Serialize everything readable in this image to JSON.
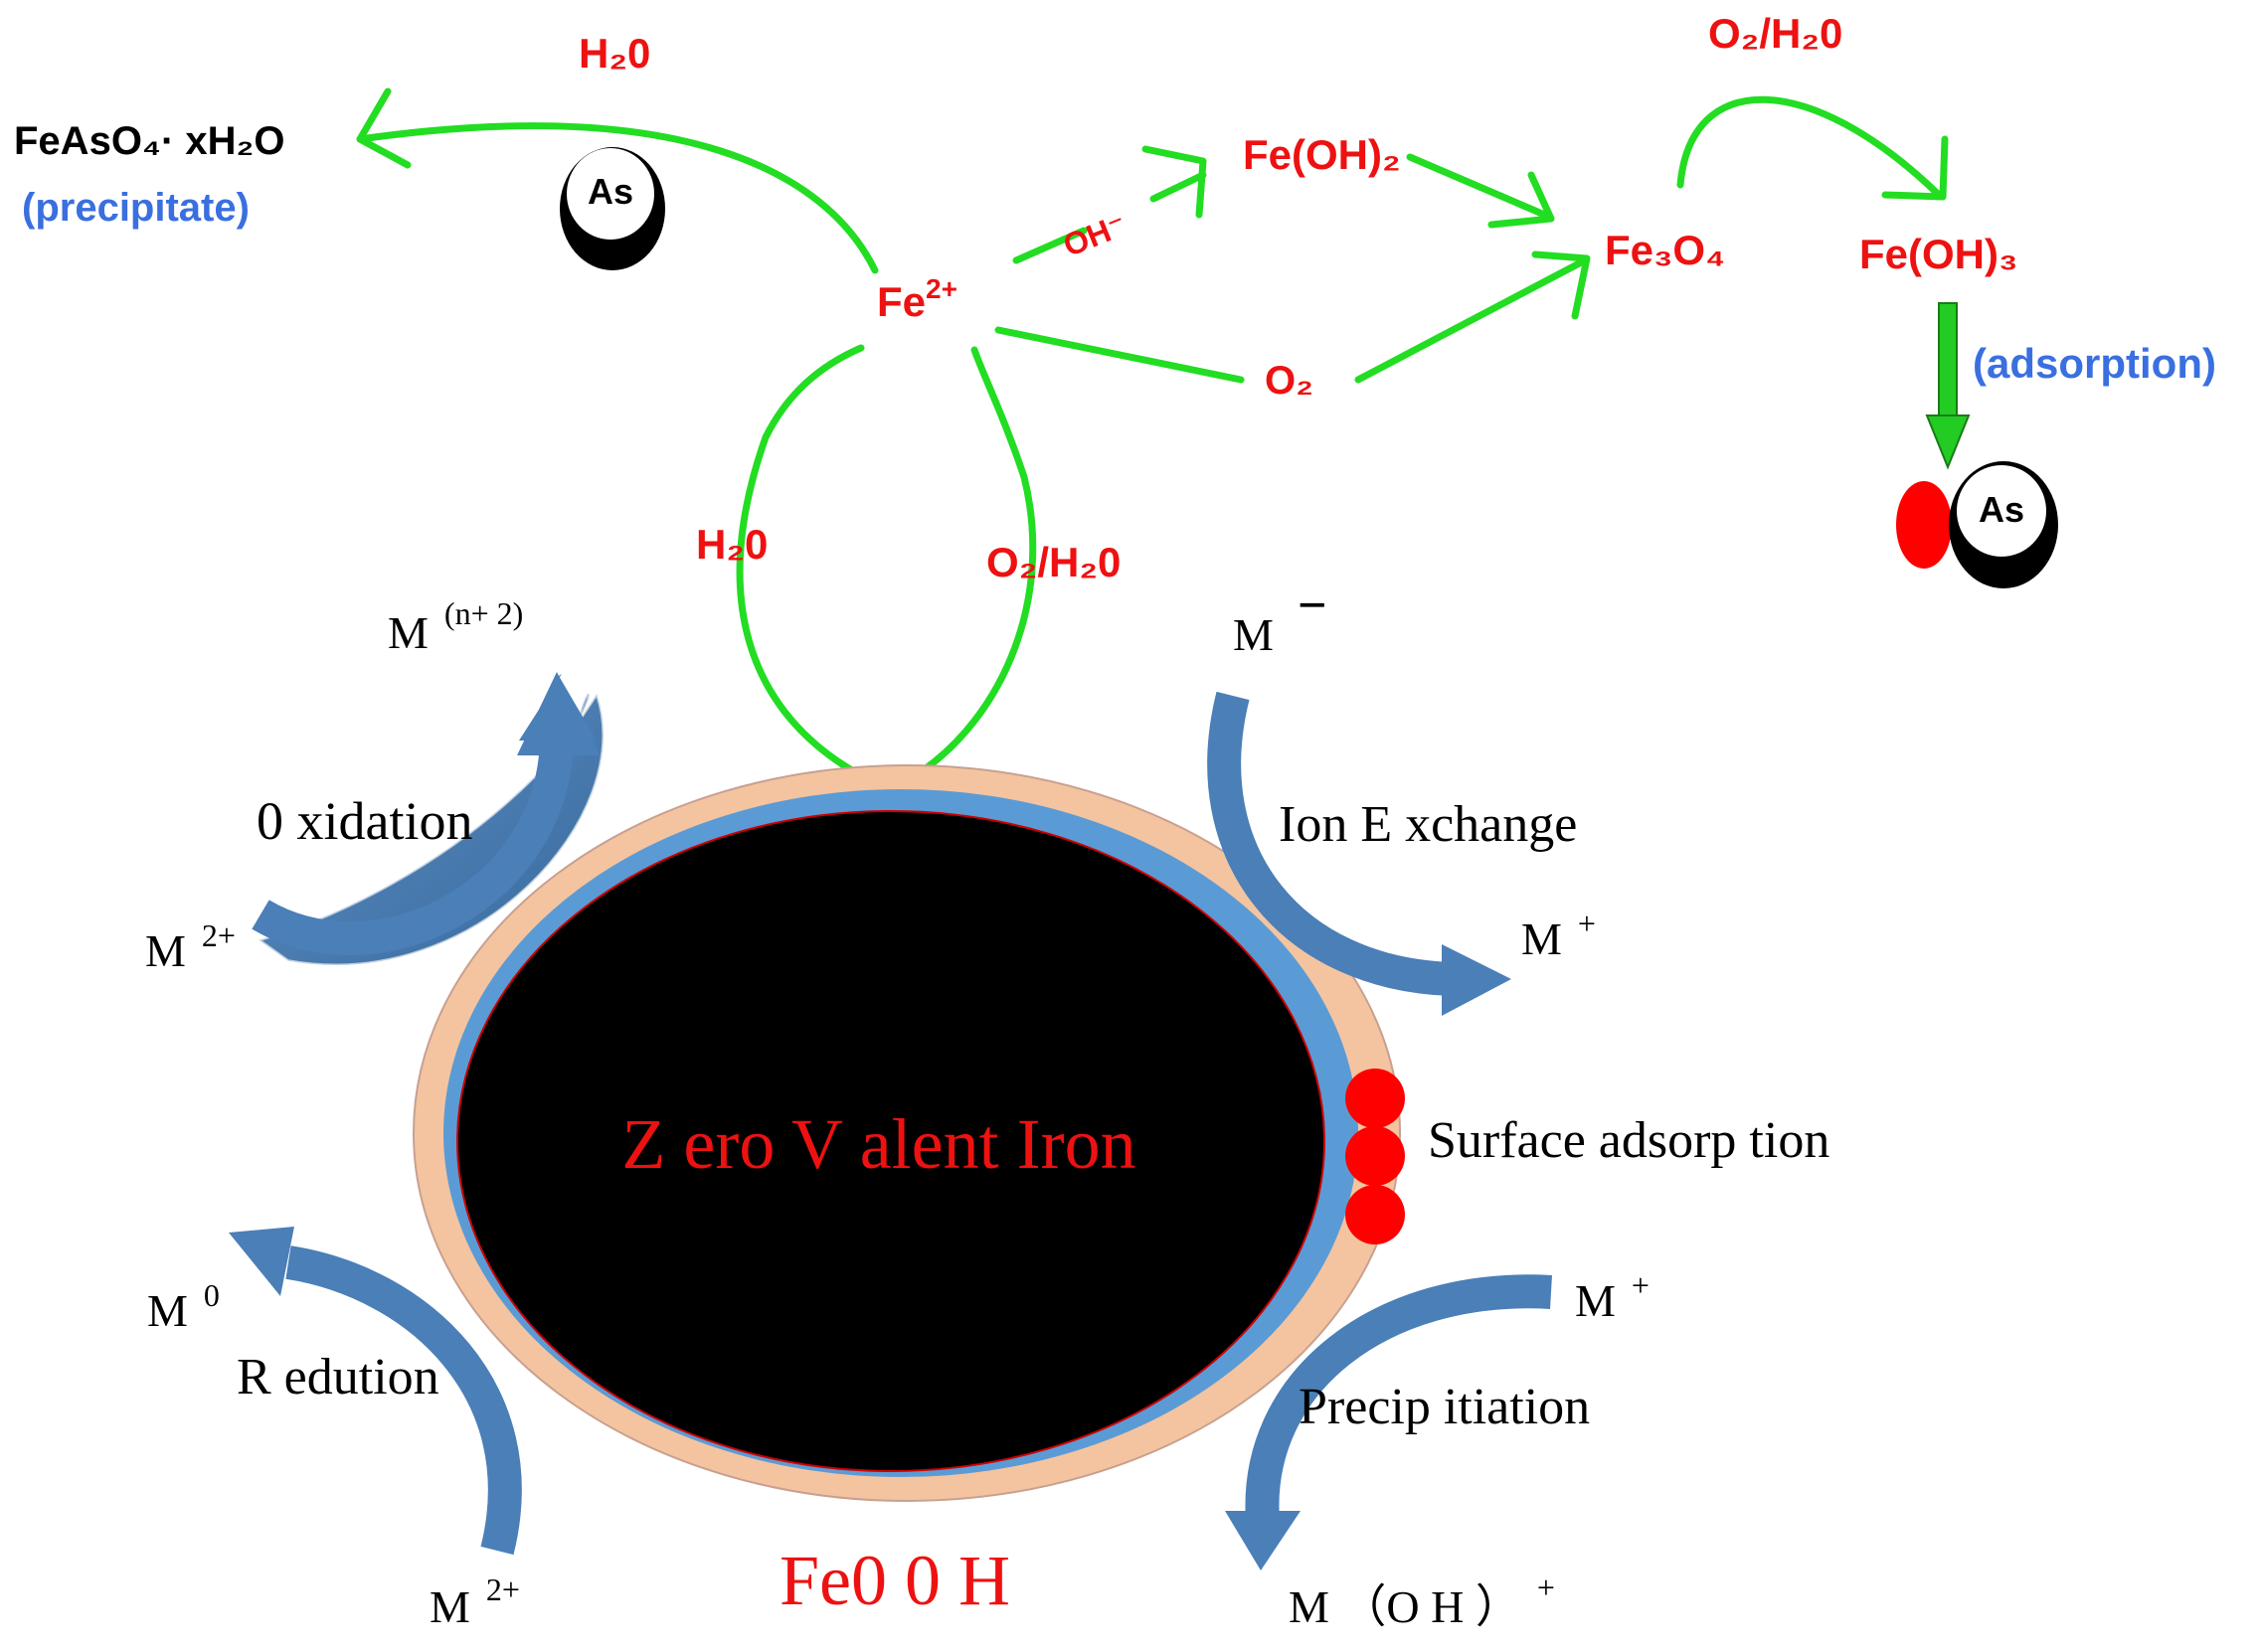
{
  "colors": {
    "green": "#22dd22",
    "red_label": "#ee1111",
    "blue_label": "#3a6fe0",
    "blue_arrow": "#4a7fb8",
    "shell_outer": "#f4c4a0",
    "shell_inner": "#5b9bd5",
    "core": "#000000",
    "adsorbed_dot": "#ff0000"
  },
  "icons": [
    "as-ball-icon",
    "as-ball-adsorbed-icon"
  ],
  "iron_cycle": {
    "h2o_top": "H₂0",
    "precipitate_formula": "FeAsO₄· xH₂O",
    "precipitate_label": "(precipitate)",
    "as_symbol": "As",
    "fe2plus_base": "Fe",
    "fe2plus_sup": "2+",
    "oh_minus": "OH⁻",
    "feoh2": "Fe(OH)₂",
    "o2": "O₂",
    "fe3o4": "Fe₃O₄",
    "o2_h2o_top": "O₂/H₂0",
    "feoh3": "Fe(OH)₃",
    "adsorption_label": "(adsorption)",
    "as_adsorbed": "As",
    "h2o_left": "H₂0",
    "o2_h2o_right": "O₂/H₂0"
  },
  "particle": {
    "core_label": "Z ero V alent Iron",
    "shell_label": "Fe0 0 H"
  },
  "mechanisms": {
    "oxidation": {
      "label": "0 xidation",
      "product_base": "M",
      "product_sup": "(n+ 2)",
      "reactant_base": "M",
      "reactant_sup": "2+"
    },
    "ion_exchange": {
      "label": "Ion E xchange",
      "reactant_base": "M",
      "reactant_sup": "−",
      "product_base": "M",
      "product_sup": "+"
    },
    "surface_adsorption": {
      "label": "Surface adsorp tion"
    },
    "reduction": {
      "label": "R edution",
      "product_base": "M",
      "product_sup": "0",
      "reactant_base": "M",
      "reactant_sup": "2+"
    },
    "precipitation": {
      "label": "Precip itiation",
      "reactant_base": "M",
      "reactant_sup": "+",
      "product": "M （O H ）",
      "product_sup": "+"
    }
  }
}
